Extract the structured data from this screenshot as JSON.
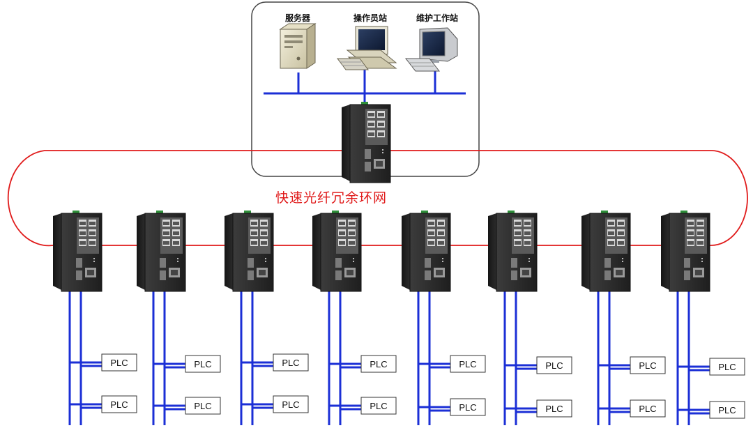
{
  "control_room": {
    "server_label": "服务器",
    "operator_label": "操作员站",
    "maintenance_label": "维护工作站"
  },
  "ring_label": "快速光纤冗余环网",
  "plc_label": "PLC",
  "switch_count": 8,
  "plcs_per_switch": 2,
  "colors": {
    "ring": "#e01a1a",
    "bus": "#1b2fd6",
    "switch_body": "#2a2a2a",
    "frame_border": "#444444"
  }
}
